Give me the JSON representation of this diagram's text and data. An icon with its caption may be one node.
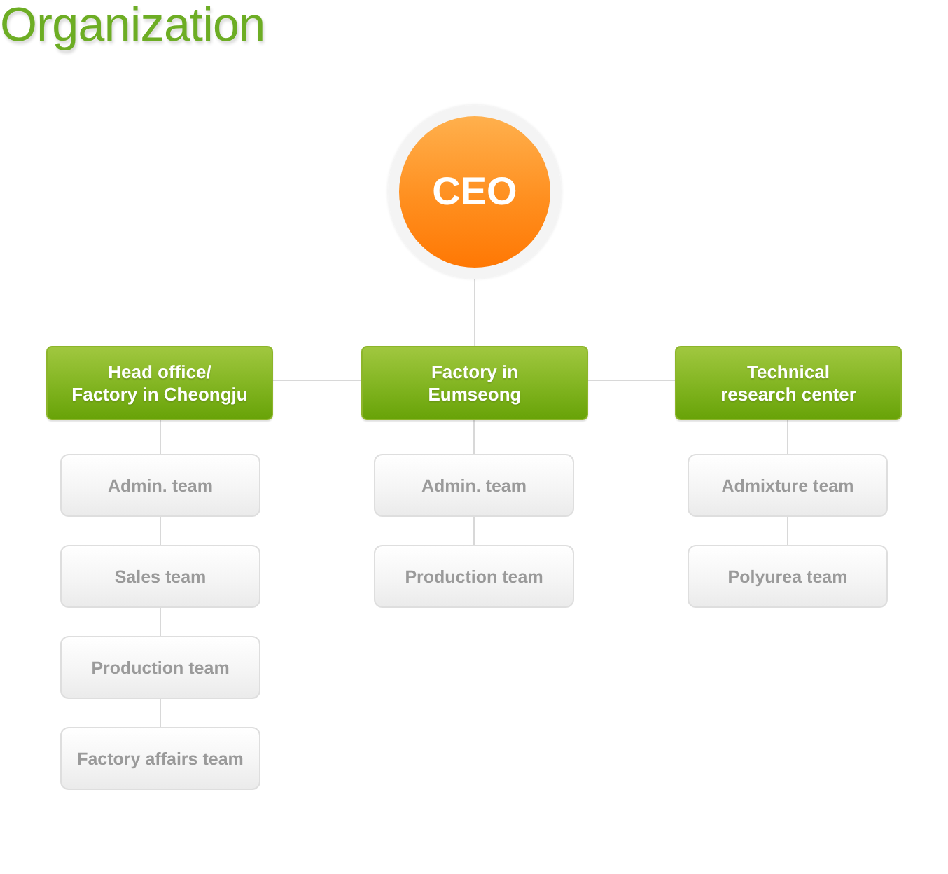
{
  "diagram": {
    "title": "Organization",
    "nodes": [
      {
        "text": [
          "CEO"
        ]
      },
      {
        "text": [
          "Head office/ Factory in Cheongju"
        ]
      },
      {
        "text": [
          "Factory in Eumseong"
        ]
      },
      {
        "text": [
          "Technical research center"
        ]
      },
      {
        "text": [
          "Admin. team"
        ]
      },
      {
        "text": [
          "Sales team"
        ]
      },
      {
        "text": [
          "Production team"
        ]
      },
      {
        "text": [
          "Factory affairs team"
        ]
      },
      {
        "text": [
          "Admin. team"
        ]
      },
      {
        "text": [
          "Production team"
        ]
      },
      {
        "text": [
          "Admixture team"
        ]
      },
      {
        "text": [
          "Polyurea team"
        ]
      }
    ],
    "edges": [
      {
        "from": 0,
        "to": 2,
        "arrow": "none"
      },
      {
        "from": 1,
        "to": 2,
        "arrow": "none"
      },
      {
        "from": 2,
        "to": 3,
        "arrow": "none"
      },
      {
        "from": 1,
        "to": 4,
        "arrow": "none"
      },
      {
        "from": 4,
        "to": 5,
        "arrow": "none"
      },
      {
        "from": 5,
        "to": 6,
        "arrow": "none"
      },
      {
        "from": 6,
        "to": 7,
        "arrow": "none"
      },
      {
        "from": 2,
        "to": 8,
        "arrow": "none"
      },
      {
        "from": 8,
        "to": 9,
        "arrow": "none"
      },
      {
        "from": 3,
        "to": 10,
        "arrow": "none"
      },
      {
        "from": 10,
        "to": 11,
        "arrow": "none"
      }
    ]
  }
}
